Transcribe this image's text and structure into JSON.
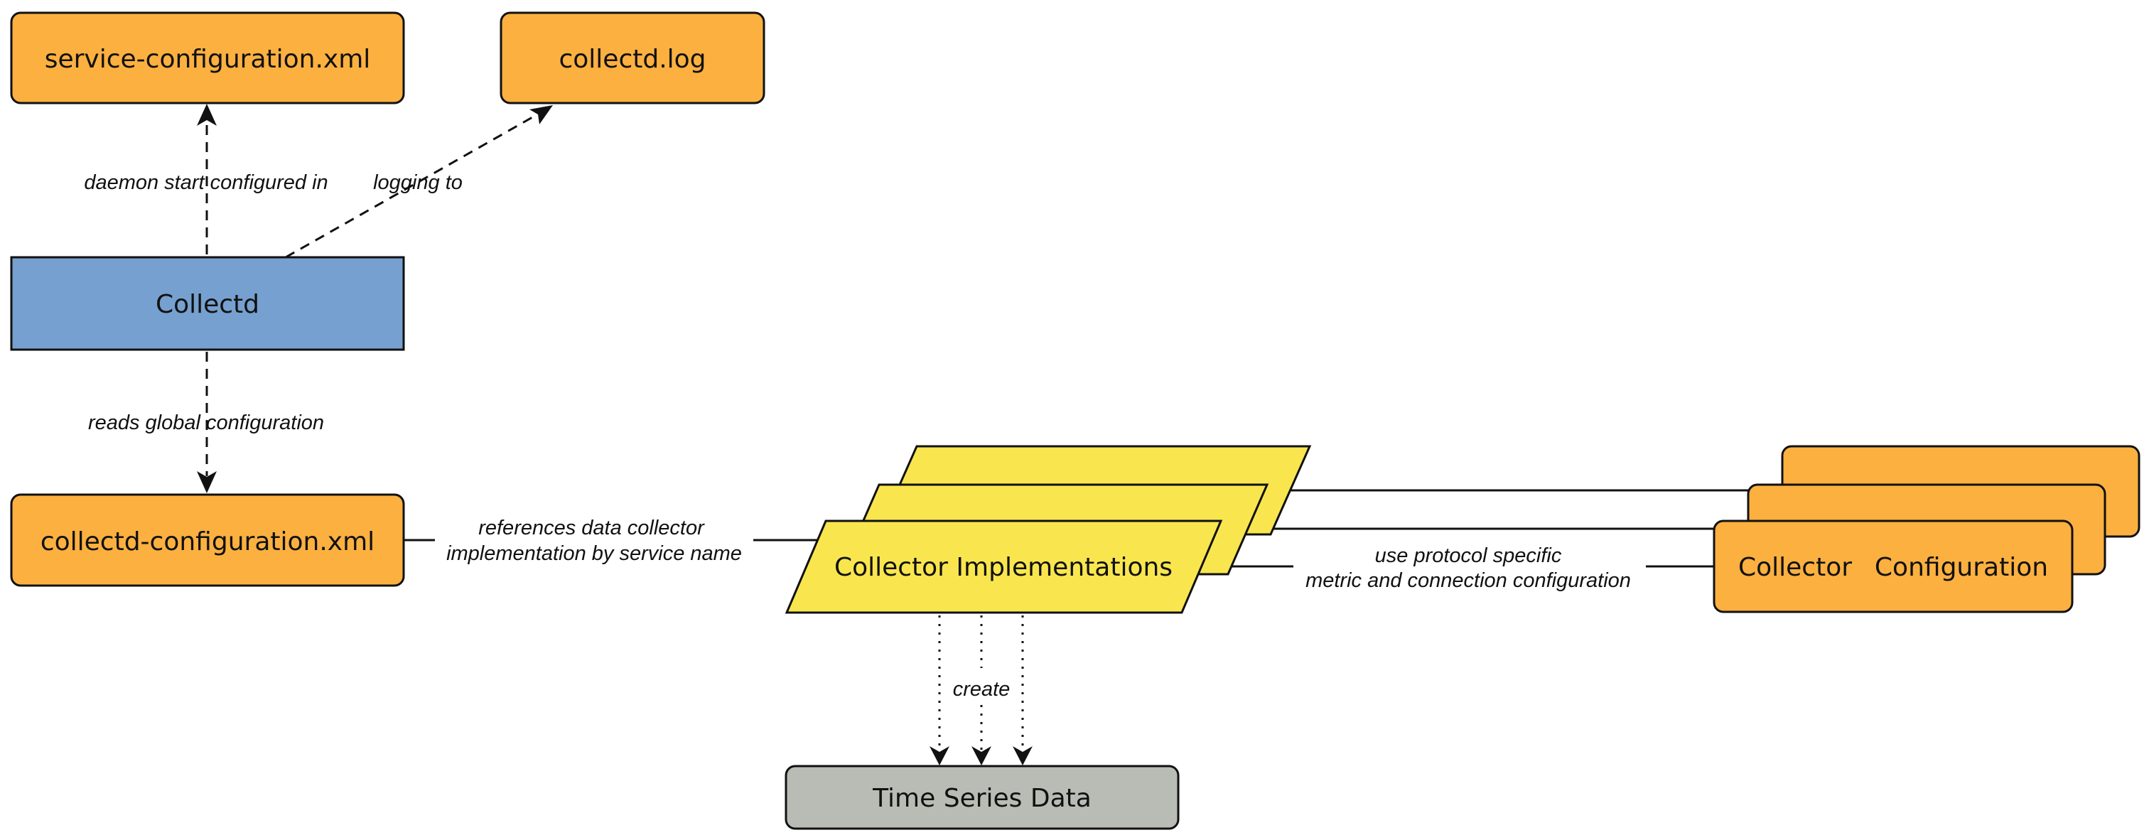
{
  "nodes": {
    "service_configuration": "service-configuration.xml",
    "collectd_log": "collectd.log",
    "collectd": "Collectd",
    "collectd_configuration": "collectd-configuration.xml",
    "collector_implementations": "Collector Implementations",
    "collector_configuration_left": "Collector",
    "collector_configuration_right": "Configuration",
    "time_series_data": "Time Series Data"
  },
  "edges": {
    "daemon_start": "daemon start configured in",
    "logging_to": "logging to",
    "reads_global": "reads global configuration",
    "references_line1": "references data collector",
    "references_line2": "implementation by service name",
    "protocol_line1": "use protocol specific",
    "protocol_line2": "metric and connection configuration",
    "create": "create"
  },
  "colors": {
    "config_file": "#fbb040",
    "daemon": "#76a0cf",
    "implementation": "#f9e64f",
    "output": "#b9bcb4"
  }
}
